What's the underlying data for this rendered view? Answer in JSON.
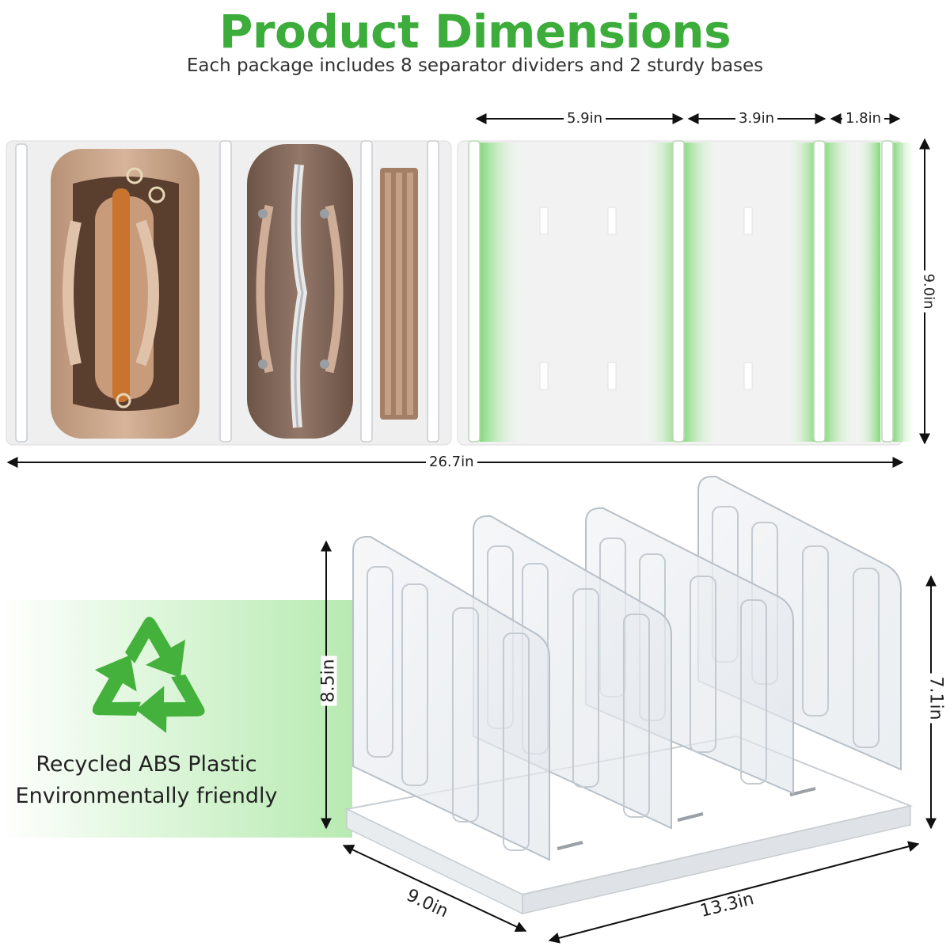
{
  "header": {
    "title": "Product Dimensions",
    "subtitle": "Each package includes 8 separator dividers and 2 sturdy bases"
  },
  "top_view": {
    "segment_1": "5.9in",
    "segment_2": "3.9in",
    "segment_3": "1.8in",
    "height": "9.0in",
    "total_width": "26.7in"
  },
  "perspective_view": {
    "divider_height": "8.5in",
    "rear_height": "7.1in",
    "depth": "9.0in",
    "length": "13.3in"
  },
  "eco": {
    "line_1": "Recycled ABS Plastic",
    "line_2": "Environmentally friendly",
    "icon": "recycle-icon"
  },
  "colors": {
    "accent_green": "#3cac3a",
    "glow_green": "#7fdc70"
  }
}
